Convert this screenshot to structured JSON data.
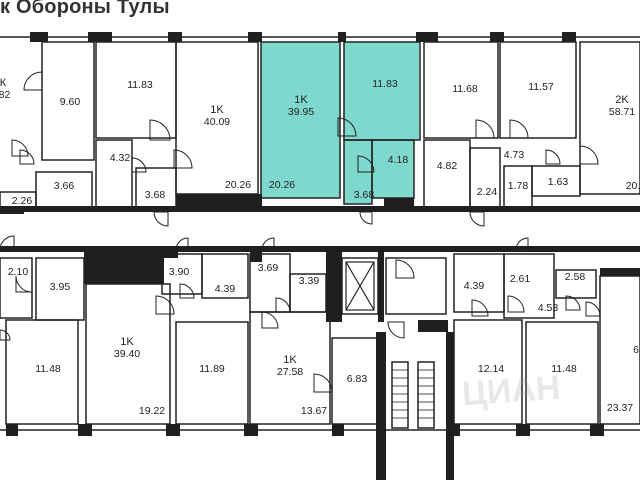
{
  "title": "к Обороны Тулы",
  "colors": {
    "highlight": "#7fd8cd",
    "wall": "#1f1f1f",
    "stroke": "#222222",
    "background": "#ffffff"
  },
  "highlighted_unit": "1K 39.95",
  "rooms": [
    {
      "id": "r-edge-top",
      "label": "К",
      "sub": ".82"
    },
    {
      "id": "r-960",
      "value": "9.60"
    },
    {
      "id": "r-1183a",
      "value": "11.83"
    },
    {
      "id": "r-1k4009",
      "label": "1K",
      "sub": "40.09"
    },
    {
      "id": "r-1k3995",
      "label": "1K",
      "sub": "39.95"
    },
    {
      "id": "r-1183b",
      "value": "11.83"
    },
    {
      "id": "r-1168",
      "value": "11.68"
    },
    {
      "id": "r-1157",
      "value": "11.57"
    },
    {
      "id": "r-2k5871",
      "label": "2K",
      "sub": "58.71"
    },
    {
      "id": "r-432",
      "value": "4.32"
    },
    {
      "id": "r-366",
      "value": "3.66"
    },
    {
      "id": "r-368a",
      "value": "3.68"
    },
    {
      "id": "r-2026a",
      "value": "20.26"
    },
    {
      "id": "r-2026b",
      "value": "20.26"
    },
    {
      "id": "r-418",
      "value": "4.18"
    },
    {
      "id": "r-368b",
      "value": "3.68"
    },
    {
      "id": "r-482",
      "value": "4.82"
    },
    {
      "id": "r-473",
      "value": "4.73"
    },
    {
      "id": "r-224",
      "value": "2.24"
    },
    {
      "id": "r-178",
      "value": "1.78"
    },
    {
      "id": "r-163",
      "value": "1.63"
    },
    {
      "id": "r-20edge",
      "value": "20."
    },
    {
      "id": "r-226",
      "value": "2.26"
    },
    {
      "id": "r-210",
      "value": "2.10"
    },
    {
      "id": "r-395",
      "value": "3.95"
    },
    {
      "id": "r-390",
      "value": "3.90"
    },
    {
      "id": "r-439a",
      "value": "4.39"
    },
    {
      "id": "r-369",
      "value": "3.69"
    },
    {
      "id": "r-339",
      "value": "3.39"
    },
    {
      "id": "r-439b",
      "value": "4.39"
    },
    {
      "id": "r-261",
      "value": "2.61"
    },
    {
      "id": "r-258",
      "value": "2.58"
    },
    {
      "id": "r-453",
      "value": "4.53"
    },
    {
      "id": "r-1148a",
      "value": "11.48"
    },
    {
      "id": "r-1k3940",
      "label": "1K",
      "sub": "39.40"
    },
    {
      "id": "r-1189",
      "value": "11.89"
    },
    {
      "id": "r-1k2758",
      "label": "1K",
      "sub": "27.58"
    },
    {
      "id": "r-683",
      "value": "6.83"
    },
    {
      "id": "r-1214",
      "value": "12.14"
    },
    {
      "id": "r-1148b",
      "value": "11.48"
    },
    {
      "id": "r-6edge",
      "value": "6"
    },
    {
      "id": "r-1922",
      "value": "19.22"
    },
    {
      "id": "r-1367",
      "value": "13.67"
    },
    {
      "id": "r-2337",
      "value": "23.37"
    }
  ],
  "watermark": "ЦИАН"
}
